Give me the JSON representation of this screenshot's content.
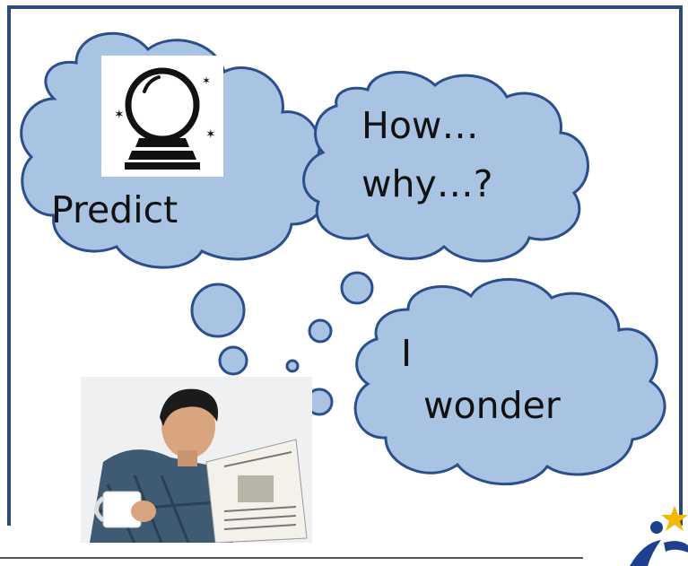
{
  "clouds": {
    "predict": "Predict",
    "how": "How…",
    "why": "why…?",
    "i": "I",
    "wonder": "wonder"
  },
  "colors": {
    "cloud_fill": "#a9c4e3",
    "cloud_stroke": "#2b4f8c",
    "frame": "#2e4a7a",
    "star": "#f5b800",
    "logo_blue": "#1f3f8f"
  },
  "icons": {
    "crystal_ball": "crystal-ball-icon",
    "logo": "logo-icon"
  }
}
